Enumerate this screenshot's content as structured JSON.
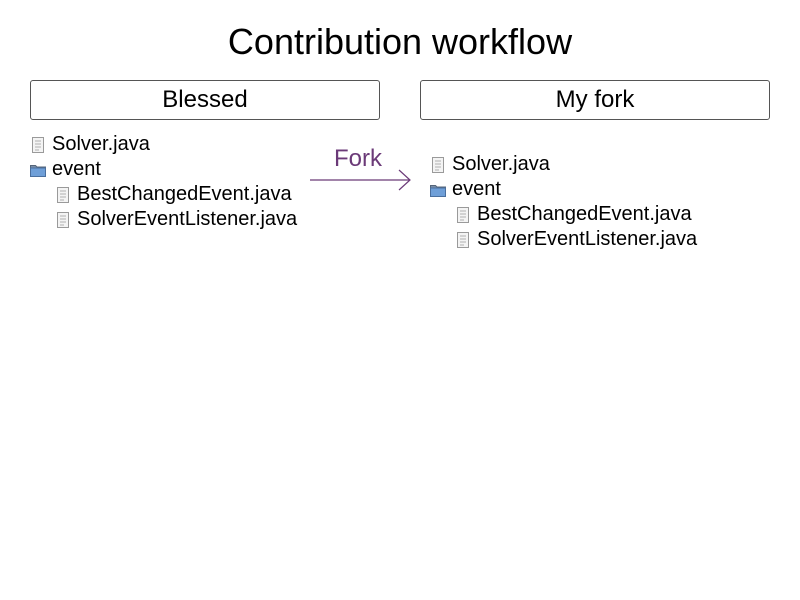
{
  "title": "Contribution workflow",
  "blessed": {
    "label": "Blessed",
    "files": [
      {
        "name": "Solver.java",
        "icon": "file-icon"
      },
      {
        "name": "event",
        "icon": "folder-icon"
      },
      {
        "name": "BestChangedEvent.java",
        "icon": "file-icon"
      },
      {
        "name": "SolverEventListener.java",
        "icon": "file-icon"
      }
    ]
  },
  "fork": {
    "label": "My fork",
    "files": [
      {
        "name": "Solver.java",
        "icon": "file-icon"
      },
      {
        "name": "event",
        "icon": "folder-icon"
      },
      {
        "name": "BestChangedEvent.java",
        "icon": "file-icon"
      },
      {
        "name": "SolverEventListener.java",
        "icon": "file-icon"
      }
    ]
  },
  "arrow": {
    "label": "Fork",
    "color": "#6b3a78"
  }
}
